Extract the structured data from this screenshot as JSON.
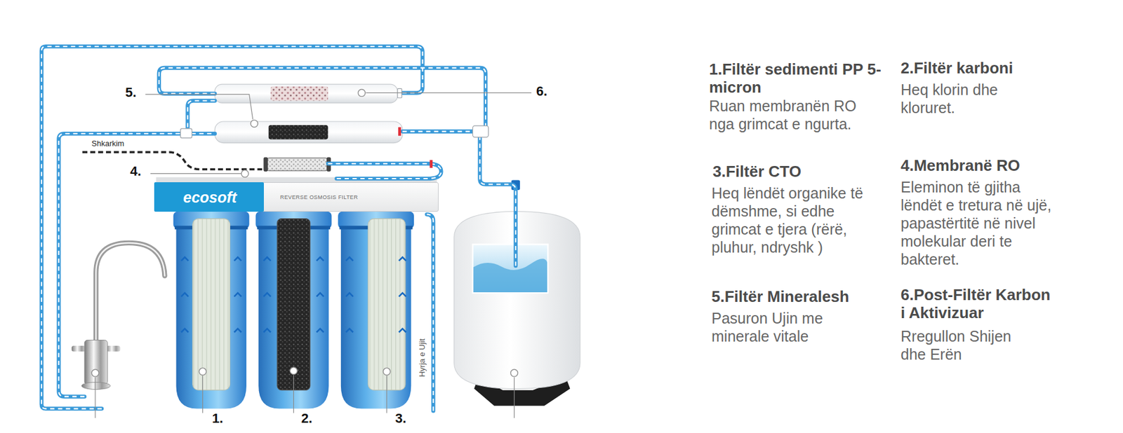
{
  "diagram": {
    "nodes": [
      {
        "text": [
          "REVERSE OSMOSIS FILTER"
        ]
      },
      {
        "text": [
          "ecosoft"
        ],
        "in": 0
      }
    ],
    "labels": [
      "5.",
      "6.",
      "Shkarkim",
      "4.",
      "Hyrja e Ujit",
      "1.",
      "2.",
      "3.",
      "1.Filtër sedimenti PP 5-micron",
      "Ruan membranën RO nga grimcat e ngurta.",
      "2.Filtër karboni",
      "Heq klorin dhe kloruret.",
      "3.Filtër CTO",
      "Heq lëndët organike të dëmshme, si edhe grimcat e tjera (rërë, pluhur, ndryshk )",
      "4.Membranë RO",
      "Eleminon të gjitha lëndët e tretura në ujë, papastërtitë në nivel molekular deri te bakteret.",
      "5.Filtër Mineralesh",
      "Pasuron Ujin me minerale vitale",
      "6.Post-Filtër Karbon i Aktivizuar",
      "Rregullon Shijen dhe Erën"
    ]
  }
}
